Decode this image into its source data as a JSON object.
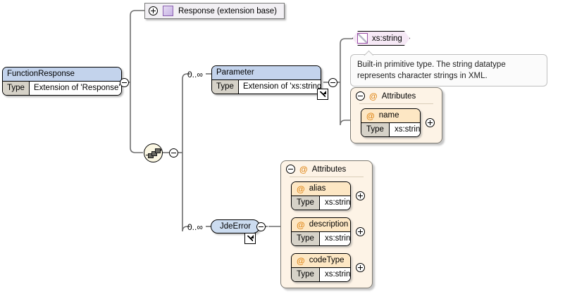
{
  "diagram": {
    "title": "FunctionResponse XSD schema diagram",
    "type": "xsd-element-tree"
  },
  "root_element": {
    "name": "FunctionResponse",
    "type_key": "Type",
    "type_value": "Extension of 'Response'",
    "toggle": "minus"
  },
  "extension_base": {
    "label": "Response (extension base)",
    "toggle": "plus",
    "icon": "complex-type-square-icon"
  },
  "compositor": {
    "kind": "sequence",
    "toggle": "minus"
  },
  "children": [
    {
      "cardinality": "0..∞",
      "name": "Parameter",
      "type_key": "Type",
      "type_value": "Extension of 'xs:string'",
      "toggle": "minus",
      "external_link": true
    },
    {
      "cardinality": "0..∞",
      "name": "JdeError",
      "toggle": "minus",
      "external_link": true
    }
  ],
  "simple_type": {
    "label": "xs:string",
    "icon": "simple-type-icon",
    "annotation": "Built-in primitive type. The string datatype represents character strings in XML."
  },
  "parameter_attributes": {
    "group_label": "Attributes",
    "toggle": "minus",
    "items": [
      {
        "name": "name",
        "type_key": "Type",
        "type_value": "xs:string",
        "toggle": "plus"
      }
    ]
  },
  "jdeerror_attributes": {
    "group_label": "Attributes",
    "toggle": "minus",
    "items": [
      {
        "name": "alias",
        "type_key": "Type",
        "type_value": "xs:string",
        "toggle": "plus"
      },
      {
        "name": "description",
        "type_key": "Type",
        "type_value": "xs:string",
        "toggle": "plus"
      },
      {
        "name": "codeType",
        "type_key": "Type",
        "type_value": "xs:string",
        "toggle": "plus"
      }
    ]
  },
  "colors": {
    "element_header": "#c3d3ec",
    "attribute_header": "#fde7c4",
    "attribute_group_bg": "#fdf3e6",
    "simple_type_bg": "#f6e9f6",
    "extension_base_bg": "#f2f0f4",
    "key_cell": "#d6d2c8",
    "at_symbol": "#e08a1e"
  }
}
